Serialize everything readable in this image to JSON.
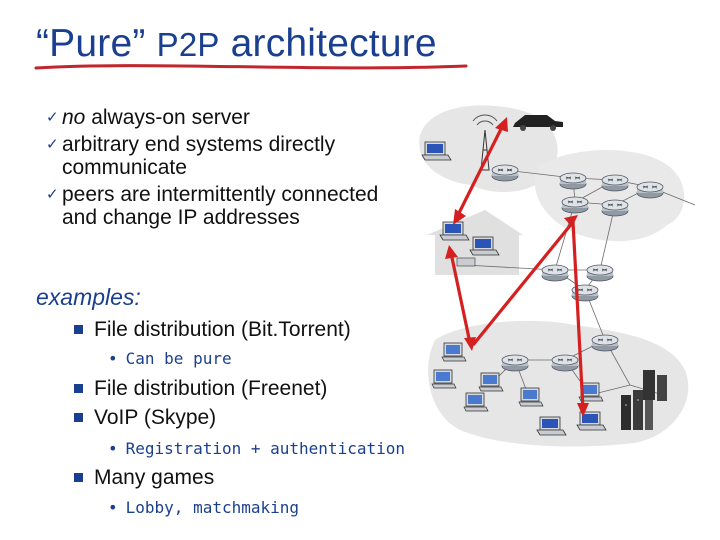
{
  "title": {
    "quote_part": "“Pure”",
    "p2p_part": "P2P",
    "rest": "architecture"
  },
  "bullets": [
    {
      "em": "no",
      "text": " always-on server"
    },
    {
      "em": "",
      "text": "arbitrary end systems directly communicate"
    },
    {
      "em": "",
      "text": "peers are intermittently connected and change IP addresses"
    }
  ],
  "examples_label": "examples:",
  "examples": [
    {
      "text": "File distribution (Bit.Torrent)",
      "sub": "Can be pure"
    },
    {
      "text": "File distribution (Freenet)",
      "sub": ""
    },
    {
      "text": "VoIP (Skype)",
      "sub": "Registration + authentication"
    },
    {
      "text": "Many games",
      "sub": "Lobby, matchmaking"
    }
  ],
  "colors": {
    "title": "#1b3f8f",
    "arrow": "#d42020",
    "underline": "#c0262b",
    "bullet_marker": "#1b3f8f"
  },
  "icons": [
    "bullet-check-icon",
    "router-icon",
    "laptop-icon",
    "server-icon",
    "car-icon",
    "radio-tower-icon",
    "home-icon"
  ]
}
